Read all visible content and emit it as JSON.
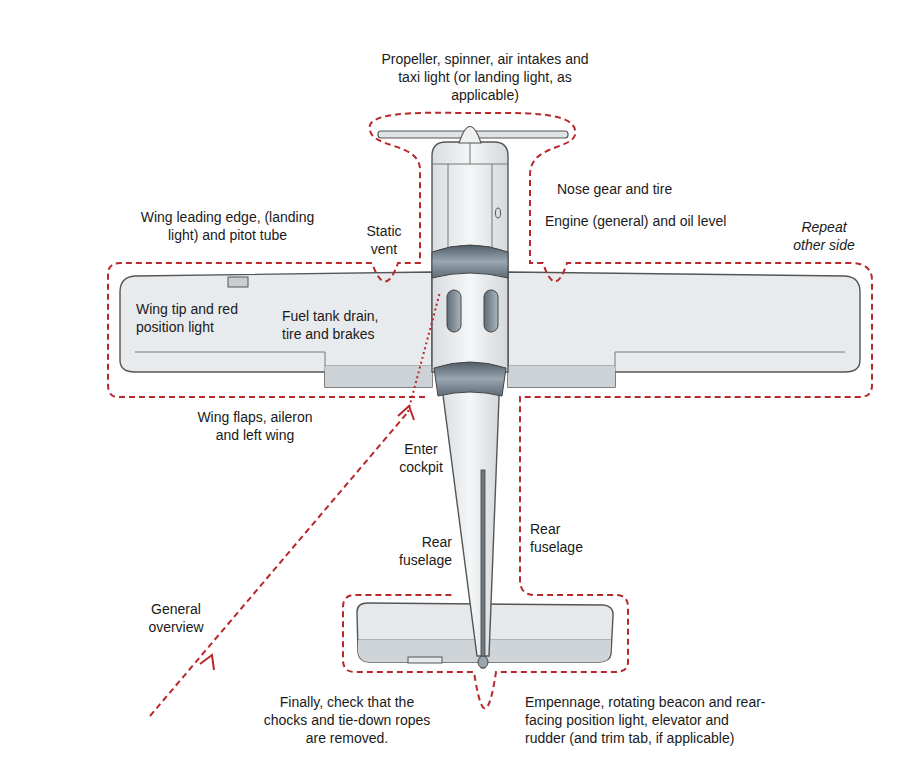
{
  "diagram": {
    "labels": [
      "Propeller, spinner, air intakes and taxi light (or landing light, as applicable)",
      "Nose gear and tire",
      "Engine (general) and oil level",
      "Repeat other side",
      "Wing leading edge, (landing light) and pitot tube",
      "Static vent",
      "Wing tip and red position light",
      "Fuel tank drain, tire and brakes",
      "Wing flaps, aileron and left wing",
      "Enter cockpit",
      "Rear fuselage",
      "Rear fuselage",
      "General overview",
      "Finally, check that the chocks and tie-down ropes are removed.",
      "Empennage, rotating beacon and rear-facing position light, elevator and rudder (and trim tab, if applicable)"
    ]
  }
}
